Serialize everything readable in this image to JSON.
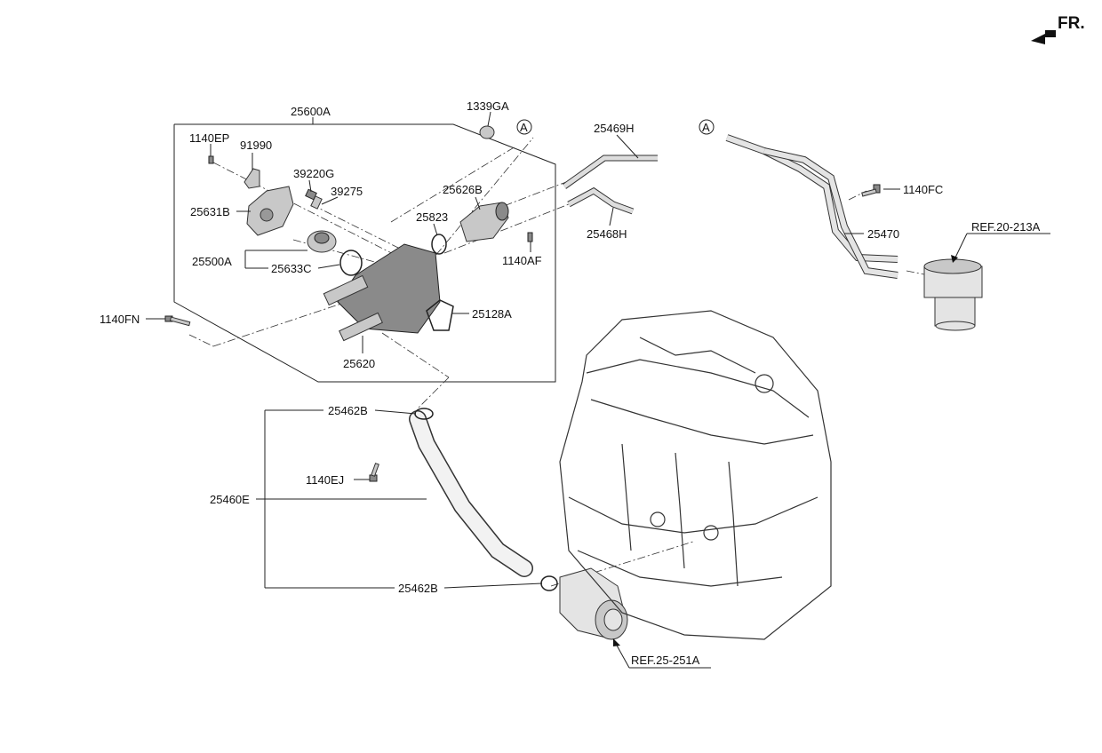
{
  "orientation": {
    "label": "FR."
  },
  "callouts": {
    "a_left": "A",
    "a_right": "A"
  },
  "labels": {
    "p25600A": "25600A",
    "p1140EP": "1140EP",
    "p91990": "91990",
    "p39220G": "39220G",
    "p39275": "39275",
    "p25631B": "25631B",
    "p25500A": "25500A",
    "p25633C": "25633C",
    "p1339GA": "1339GA",
    "p25626B": "25626B",
    "p25823": "25823",
    "p1140AF": "1140AF",
    "p25128A": "25128A",
    "p25620": "25620",
    "p1140FN": "1140FN",
    "p25469H": "25469H",
    "p25468H": "25468H",
    "p1140FC": "1140FC",
    "p25470": "25470",
    "ref20213A": "REF.20-213A",
    "p25462B_top": "25462B",
    "p1140EJ": "1140EJ",
    "p25460E": "25460E",
    "p25462B_bottom": "25462B",
    "ref25251A": "REF.25-251A"
  }
}
